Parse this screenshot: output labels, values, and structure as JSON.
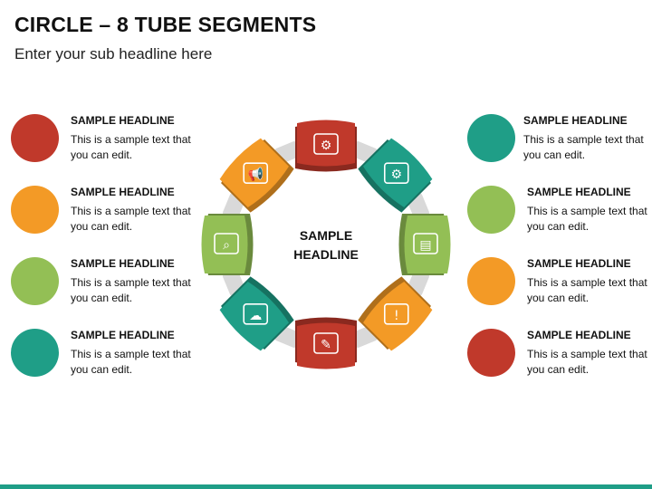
{
  "header": {
    "title": "CIRCLE – 8 TUBE SEGMENTS",
    "subtitle": "Enter your sub headline here"
  },
  "center": {
    "line1": "SAMPLE",
    "line2": "HEADLINE"
  },
  "colors": {
    "red": "#c0392b",
    "teal": "#1f9e87",
    "orange": "#f39a26",
    "green": "#93bf55",
    "connector": "#d9d9d9",
    "bottom_bar": "#1f9e87"
  },
  "left_items": [
    {
      "headline": "SAMPLE HEADLINE",
      "text": "This is a sample text that you can edit.",
      "color": "#c0392b"
    },
    {
      "headline": "SAMPLE HEADLINE",
      "text": "This is a sample text that you can edit.",
      "color": "#f39a26"
    },
    {
      "headline": "SAMPLE HEADLINE",
      "text": "This is a sample text that you can edit.",
      "color": "#93bf55"
    },
    {
      "headline": "SAMPLE HEADLINE",
      "text": "This is a sample text that you can edit.",
      "color": "#1f9e87"
    }
  ],
  "right_items": [
    {
      "headline": "SAMPLE HEADLINE",
      "text": "This is a sample text that you can edit.",
      "color": "#1f9e87"
    },
    {
      "headline": "SAMPLE HEADLINE",
      "text": "This is a sample text that you can edit.",
      "color": "#93bf55"
    },
    {
      "headline": "SAMPLE HEADLINE",
      "text": "This is a sample text that you can edit.",
      "color": "#f39a26"
    },
    {
      "headline": "SAMPLE HEADLINE",
      "text": "This is a sample text that you can edit.",
      "color": "#c0392b"
    }
  ],
  "segments": [
    {
      "icon": "blueprint-gear-icon",
      "color": "#c0392b"
    },
    {
      "icon": "gears-workflow-icon",
      "color": "#1f9e87"
    },
    {
      "icon": "certificate-icon",
      "color": "#93bf55"
    },
    {
      "icon": "alert-chat-icon",
      "color": "#f39a26"
    },
    {
      "icon": "blueprint-ruler-icon",
      "color": "#c0392b"
    },
    {
      "icon": "cloud-gear-icon",
      "color": "#1f9e87"
    },
    {
      "icon": "search-gear-icon",
      "color": "#93bf55"
    },
    {
      "icon": "megaphone-icon",
      "color": "#f39a26"
    }
  ]
}
